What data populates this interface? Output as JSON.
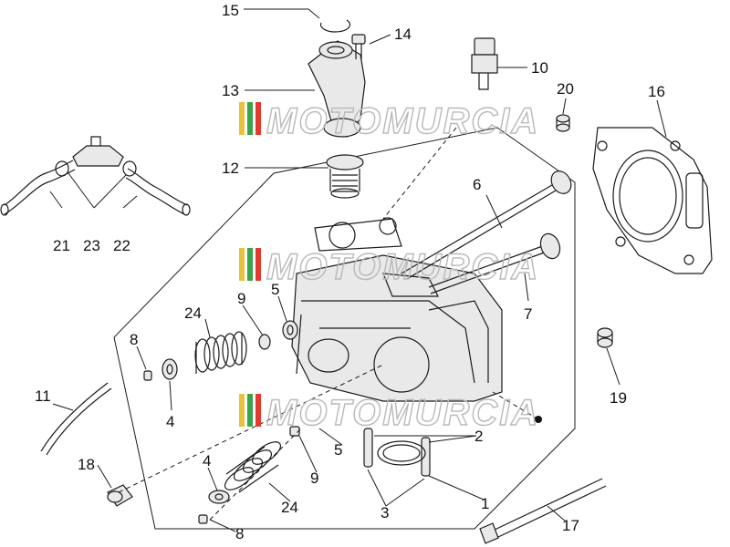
{
  "callouts": [
    {
      "id": "c15",
      "text": "15"
    },
    {
      "id": "c14",
      "text": "14"
    },
    {
      "id": "c10",
      "text": "10"
    },
    {
      "id": "c20",
      "text": "20"
    },
    {
      "id": "c16",
      "text": "16"
    },
    {
      "id": "c13",
      "text": "13"
    },
    {
      "id": "c12",
      "text": "12"
    },
    {
      "id": "c6",
      "text": "6"
    },
    {
      "id": "c21",
      "text": "21"
    },
    {
      "id": "c23",
      "text": "23"
    },
    {
      "id": "c22",
      "text": "22"
    },
    {
      "id": "c7",
      "text": "7"
    },
    {
      "id": "c24a",
      "text": "24"
    },
    {
      "id": "c9a",
      "text": "9"
    },
    {
      "id": "c5a",
      "text": "5"
    },
    {
      "id": "c8a",
      "text": "8"
    },
    {
      "id": "c4a",
      "text": "4"
    },
    {
      "id": "c11",
      "text": "11"
    },
    {
      "id": "c19",
      "text": "19"
    },
    {
      "id": "c2",
      "text": "2"
    },
    {
      "id": "c5b",
      "text": "5"
    },
    {
      "id": "c18",
      "text": "18"
    },
    {
      "id": "c4b",
      "text": "4"
    },
    {
      "id": "c9b",
      "text": "9"
    },
    {
      "id": "c24b",
      "text": "24"
    },
    {
      "id": "c3",
      "text": "3"
    },
    {
      "id": "c1",
      "text": "1"
    },
    {
      "id": "c8b",
      "text": "8"
    },
    {
      "id": "c17",
      "text": "17"
    }
  ],
  "watermark": {
    "text": "MOTOMURCIA",
    "stripe_colors": [
      "#e8c23a",
      "#3aa44a",
      "#e23b2e"
    ],
    "outline_color": "#b9b9b9"
  }
}
